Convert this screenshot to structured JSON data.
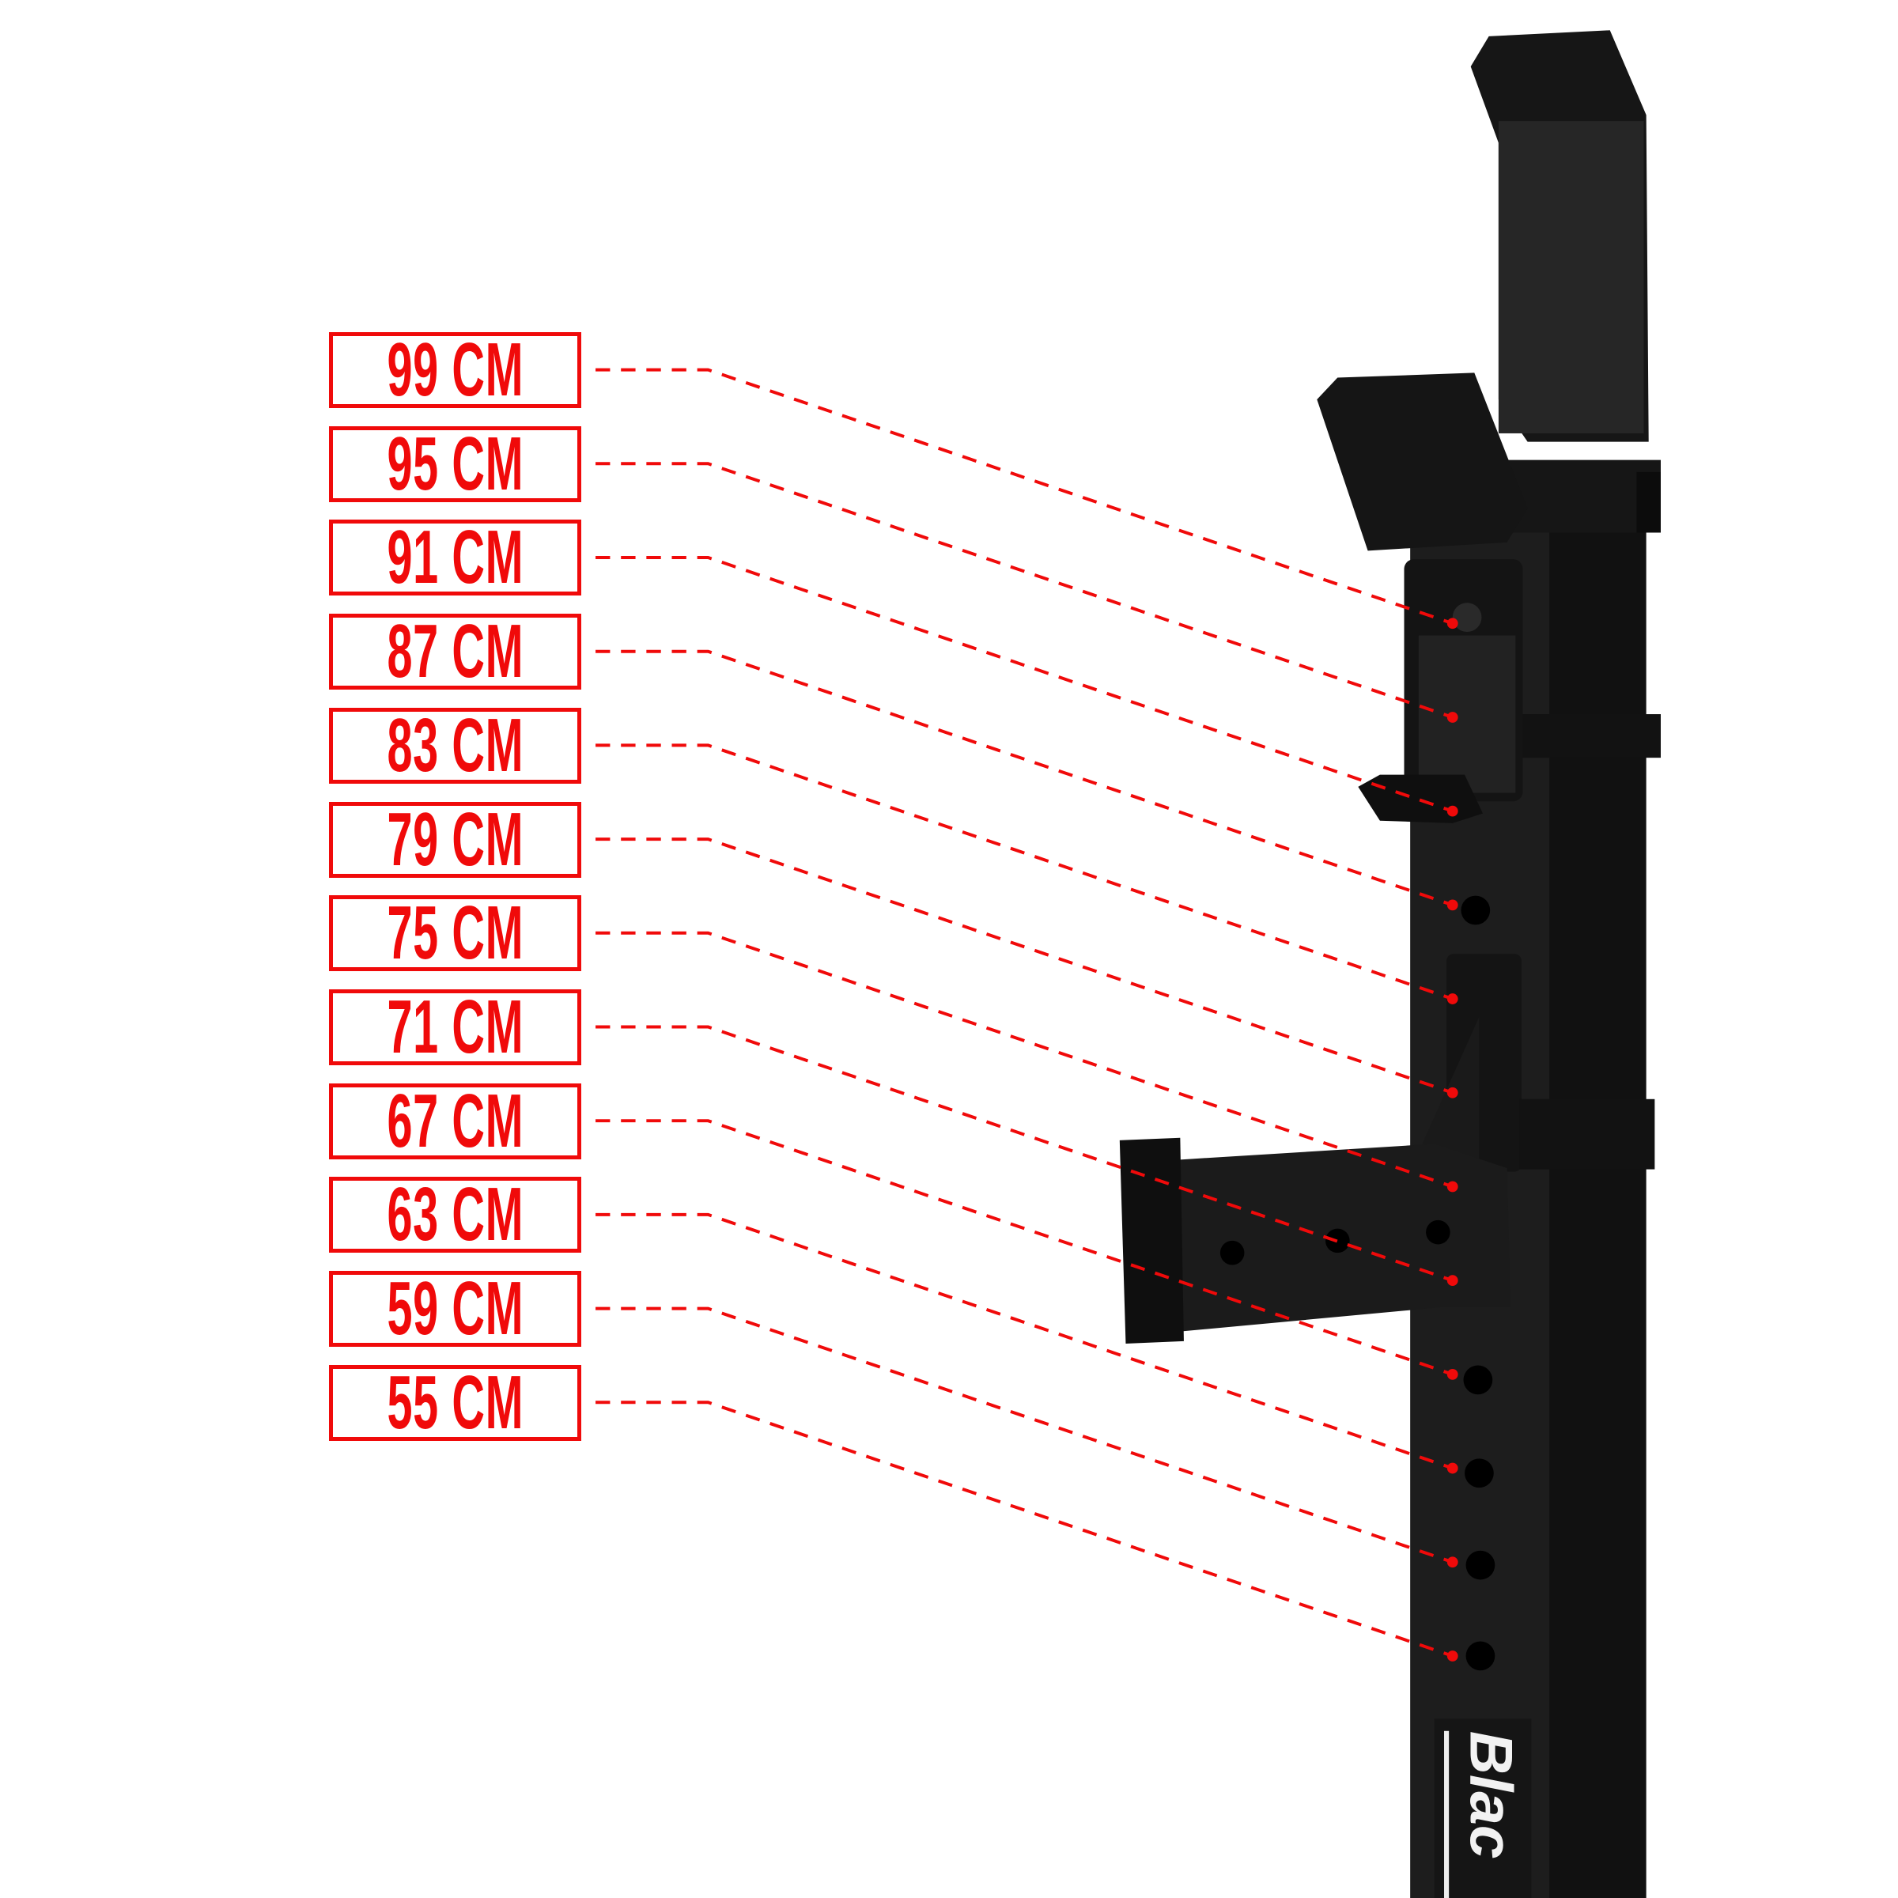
{
  "heights": [
    {
      "label": "99 CM"
    },
    {
      "label": "95 CM"
    },
    {
      "label": "91 CM"
    },
    {
      "label": "87 CM"
    },
    {
      "label": "83 CM"
    },
    {
      "label": "79 CM"
    },
    {
      "label": "75 CM"
    },
    {
      "label": "71 CM"
    },
    {
      "label": "67 CM"
    },
    {
      "label": "63 CM"
    },
    {
      "label": "59 CM"
    },
    {
      "label": "55 CM"
    }
  ],
  "brand_logo_text": "Blac",
  "colors": {
    "accent": "#f00a0a",
    "rack": "#1c1c1c",
    "rack_shadow": "#0e0e0e",
    "background": "#ffffff"
  }
}
